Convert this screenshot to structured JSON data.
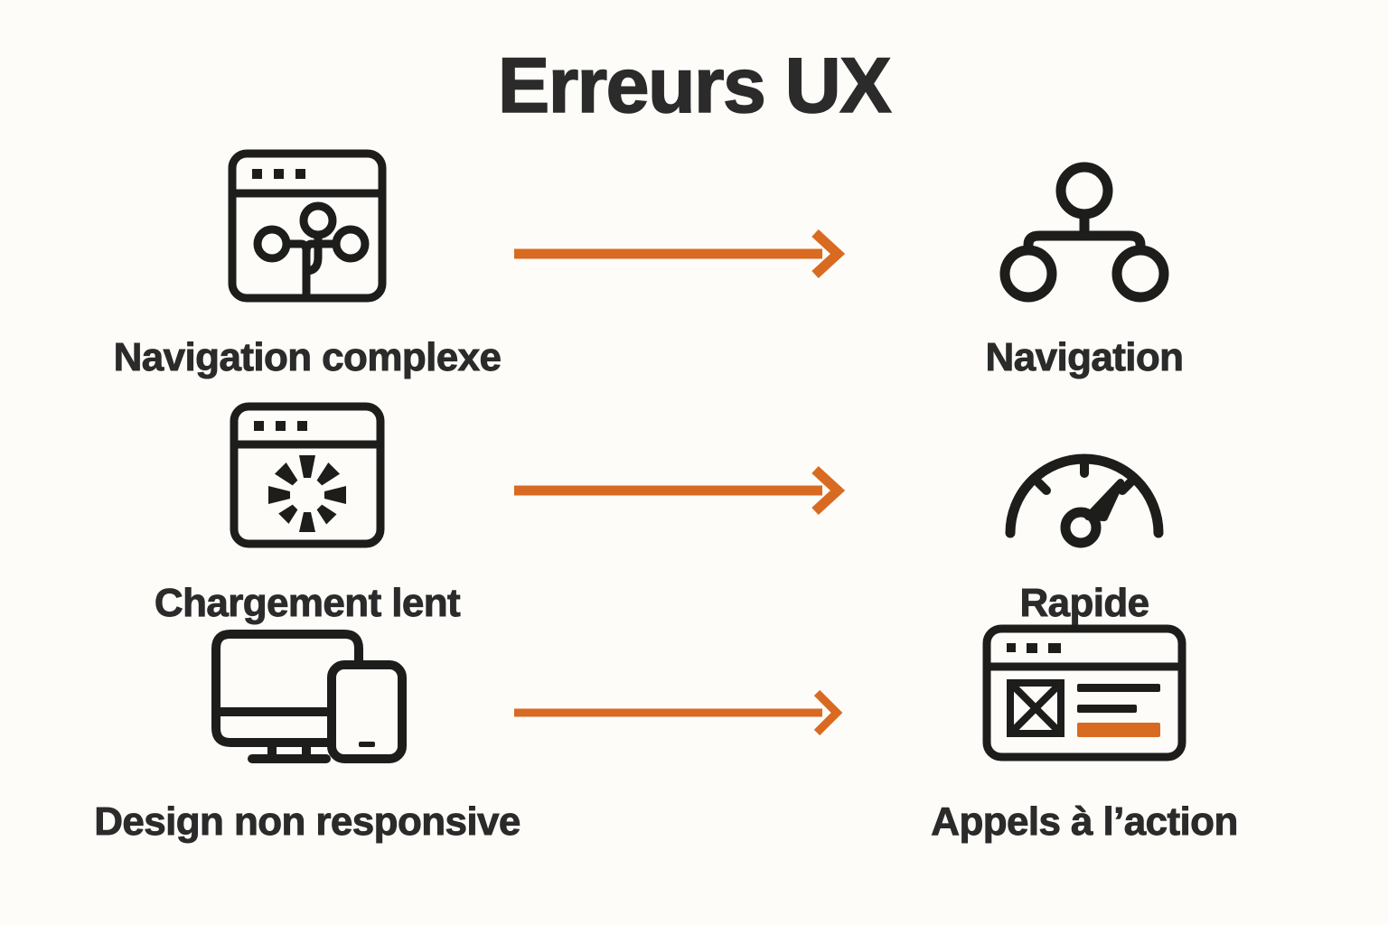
{
  "page": {
    "title": "Erreurs UX",
    "background_color": "#FDFCF8",
    "text_color": "#2B2B2B",
    "accent_color": "#D96A22"
  },
  "rows": [
    {
      "problem_label": "Navigation complexe",
      "problem_icon": "browser-complex-navigation-icon",
      "arrow_icon": "arrow-right-icon",
      "solution_label": "Navigation",
      "solution_icon": "sitemap-tree-icon"
    },
    {
      "problem_label": "Chargement lent",
      "problem_icon": "browser-loading-spinner-icon",
      "arrow_icon": "arrow-right-icon",
      "solution_label": "Rapide",
      "solution_icon": "speedometer-gauge-icon"
    },
    {
      "problem_label": "Design non responsive",
      "problem_icon": "desktop-and-phone-icon",
      "arrow_icon": "arrow-right-icon",
      "solution_label": "Appels à l’action",
      "solution_icon": "browser-call-to-action-icon"
    }
  ]
}
